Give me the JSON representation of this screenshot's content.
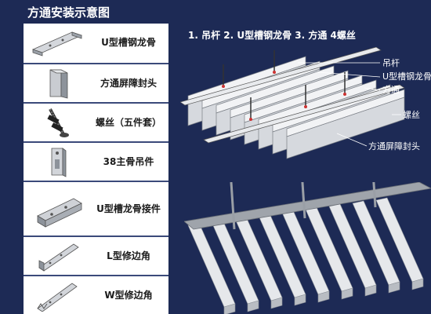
{
  "title": "方通安装示意图",
  "components": [
    {
      "label": "U型槽钢龙骨",
      "icon": "u-channel-keel-icon"
    },
    {
      "label": "方通屏障封头",
      "icon": "end-cap-icon"
    },
    {
      "label": "螺丝（五件套）",
      "icon": "screw-set-icon"
    },
    {
      "label": "38主骨吊件",
      "icon": "main-keel-hanger-icon"
    },
    {
      "label": "U型槽龙骨接件",
      "icon": "keel-connector-icon"
    },
    {
      "label": "L型修边角",
      "icon": "l-trim-angle-icon"
    },
    {
      "label": "W型修边角",
      "icon": "w-trim-angle-icon"
    }
  ],
  "diagram": {
    "header": "1. 吊杆 2. U型槽钢龙骨 3. 方通 4螺丝",
    "callouts": [
      "吊杆",
      "U型槽钢龙骨",
      "方通",
      "螺丝",
      "方通屏障封头"
    ]
  },
  "colors": {
    "background": "#1d2a55",
    "panel": "#ffffff",
    "text_light": "#ffffff",
    "metal": "#c8ccd2"
  }
}
